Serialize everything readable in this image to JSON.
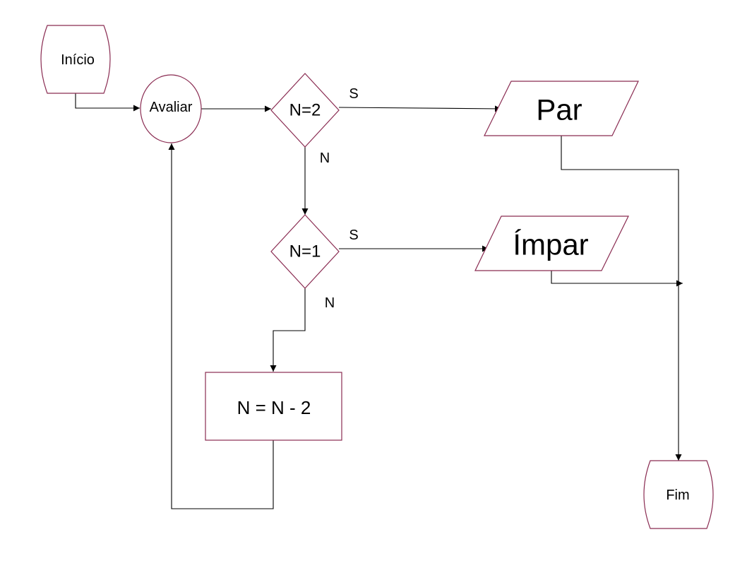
{
  "nodes": {
    "start": "Início",
    "evaluate": "Avaliar",
    "decision_n2": "N=2",
    "decision_n1": "N=1",
    "output_even": "Par",
    "output_odd": "Ímpar",
    "process_decrement": "N = N - 2",
    "end": "Fim"
  },
  "edges": {
    "n2_yes": "S",
    "n2_no": "N",
    "n1_yes": "S",
    "n1_no": "N"
  },
  "colors": {
    "shape_border": "#8a2c52",
    "connector": "#000000",
    "background": "#ffffff"
  }
}
